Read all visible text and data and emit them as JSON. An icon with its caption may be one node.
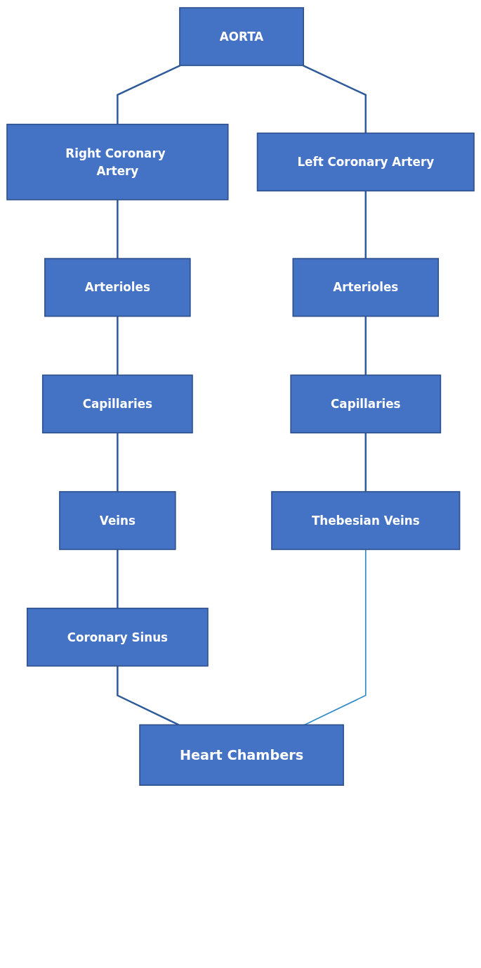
{
  "diagram": {
    "nodes": [
      {
        "text": [
          "AORTA"
        ]
      },
      {
        "text": [
          "Right Coronary Artery"
        ]
      },
      {
        "text": [
          "Left Coronary Artery"
        ]
      },
      {
        "text": [
          "Arterioles"
        ]
      },
      {
        "text": [
          "Arterioles"
        ]
      },
      {
        "text": [
          "Capillaries"
        ]
      },
      {
        "text": [
          "Capillaries"
        ]
      },
      {
        "text": [
          "Veins"
        ]
      },
      {
        "text": [
          "Thebesian Veins"
        ]
      },
      {
        "text": [
          "Coronary Sinus"
        ]
      },
      {
        "text": [
          "Heart Chambers"
        ]
      }
    ],
    "edges": [
      {
        "from": 0,
        "to": 1,
        "arrow": "none"
      },
      {
        "from": 0,
        "to": 2,
        "arrow": "none"
      },
      {
        "from": 1,
        "to": 3,
        "arrow": "none"
      },
      {
        "from": 2,
        "to": 4,
        "arrow": "none"
      },
      {
        "from": 3,
        "to": 5,
        "arrow": "none"
      },
      {
        "from": 4,
        "to": 6,
        "arrow": "none"
      },
      {
        "from": 5,
        "to": 7,
        "arrow": "none"
      },
      {
        "from": 6,
        "to": 8,
        "arrow": "none"
      },
      {
        "from": 7,
        "to": 9,
        "arrow": "none"
      },
      {
        "from": 9,
        "to": 10,
        "arrow": "none"
      },
      {
        "from": 8,
        "to": 10,
        "arrow": "none",
        "color": "#2e8bc8"
      }
    ]
  }
}
